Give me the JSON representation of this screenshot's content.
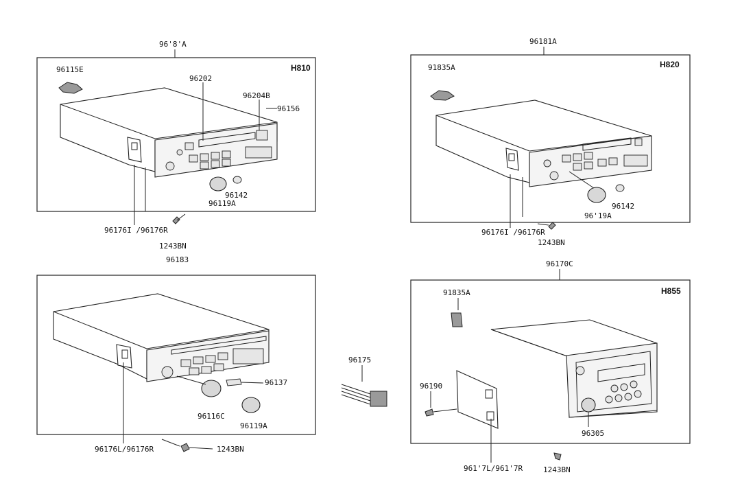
{
  "panels": [
    {
      "id": "h810",
      "model": "H810",
      "assembly": "96'8'A",
      "labels": {
        "bracket": "96115E",
        "cassette_door": "96202",
        "button": "96204B",
        "faceplate": "96156",
        "small_knob": "96142",
        "volume_knob": "96119A",
        "side_brackets": "96176I /96176R",
        "screw": "1243BN"
      }
    },
    {
      "id": "h820",
      "model": "H820",
      "assembly": "96181A",
      "labels": {
        "bracket": "91835A",
        "small_knob": "96142",
        "volume_knob": "96'19A",
        "side_brackets": "96176I /96176R",
        "screw": "1243BN"
      }
    },
    {
      "id": "lower-left",
      "assembly": "96183",
      "labels": {
        "spacer": "96137",
        "tuning_knob": "96116C",
        "volume_knob": "96119A",
        "side_brackets": "96176L/96176R",
        "screw": "1243BN"
      }
    },
    {
      "id": "h855",
      "model": "H855",
      "assembly": "96170C",
      "labels": {
        "bracket": "91835A",
        "screw_small": "96190",
        "faceplate": "96305",
        "side_brackets": "961'7L/961'7R",
        "screw": "1243BN"
      }
    }
  ],
  "center": {
    "connector": "96175"
  }
}
